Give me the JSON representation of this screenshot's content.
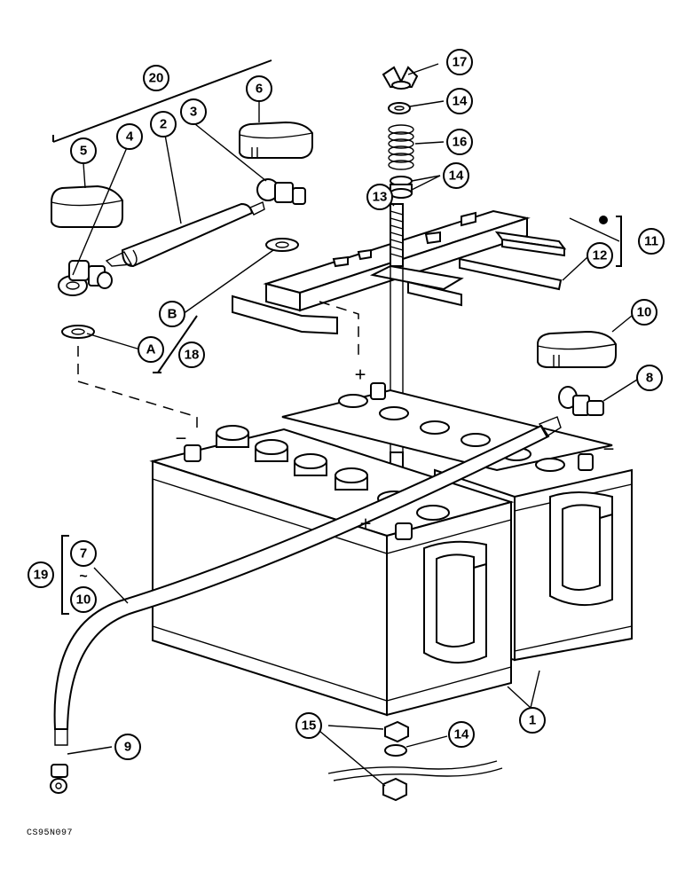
{
  "callouts": {
    "c1": "1",
    "c2": "2",
    "c3": "3",
    "c4": "4",
    "c5": "5",
    "c6": "6",
    "c7": "7",
    "c8": "8",
    "c9": "9",
    "c10a": "10",
    "c10b": "10",
    "c11": "11",
    "c12": "12",
    "c13": "13",
    "c14a": "14",
    "c14b": "14",
    "c14c": "14",
    "c15": "15",
    "c16": "16",
    "c17": "17",
    "c18": "18",
    "c19": "19",
    "c20": "20",
    "cA": "A",
    "cB": "B"
  },
  "range_mark": "~",
  "terminal_signs": {
    "neg_left": "−",
    "neg_right": "−",
    "pos_back": "+",
    "pos_front": "+"
  },
  "drawing_code": "CS95N097"
}
